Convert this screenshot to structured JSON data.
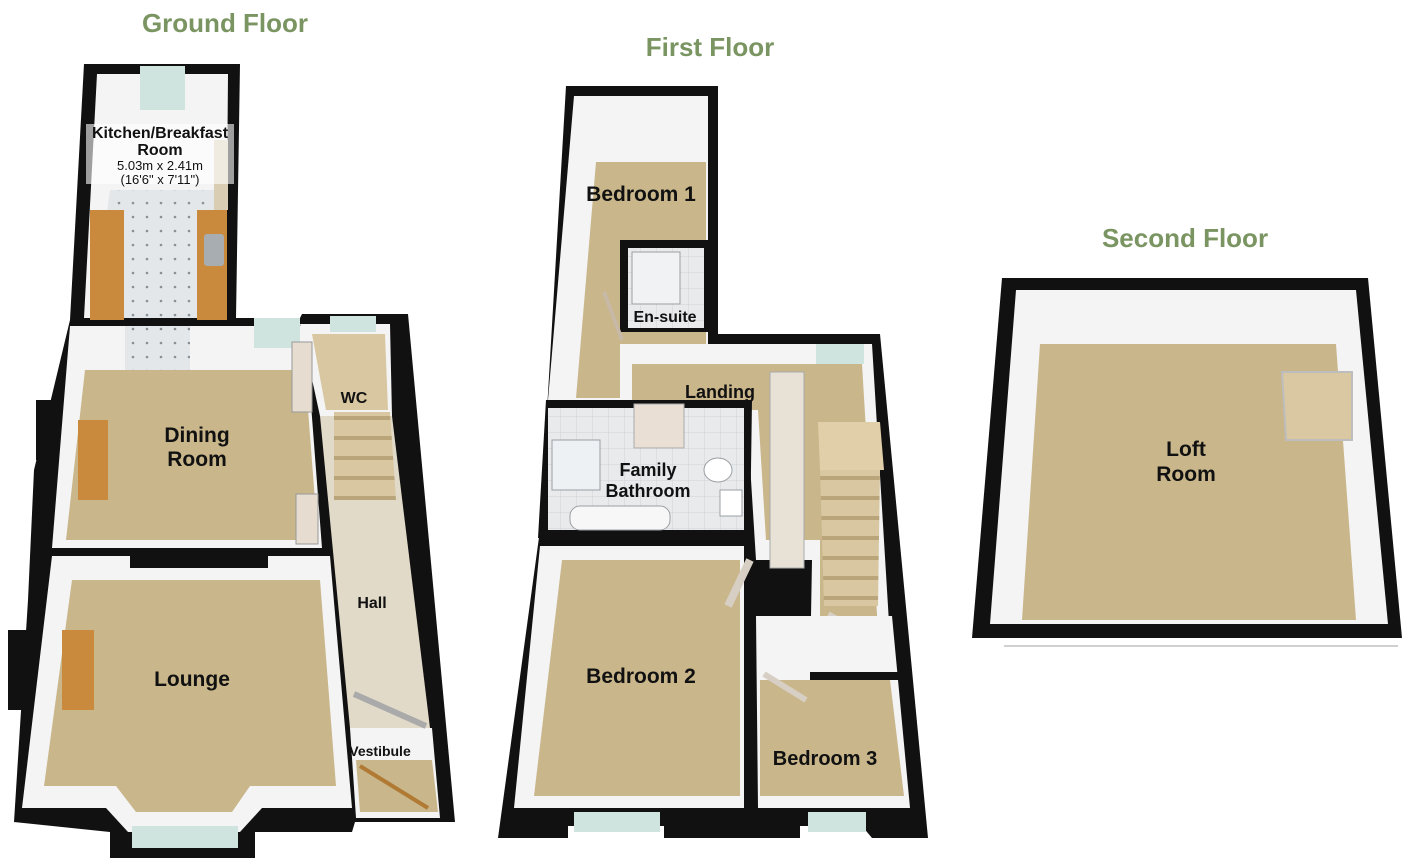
{
  "floors": {
    "ground": {
      "title": "Ground Floor",
      "rooms": {
        "kitchen": {
          "label_line1": "Kitchen/Breakfast",
          "label_line2": "Room",
          "dim_metric": "5.03m x 2.41m",
          "dim_imperial": "(16'6\" x 7'11\")"
        },
        "dining": {
          "label_line1": "Dining",
          "label_line2": "Room"
        },
        "wc": {
          "label": "WC"
        },
        "hall": {
          "label": "Hall"
        },
        "lounge": {
          "label": "Lounge"
        },
        "vestibule": {
          "label": "Vestibule"
        }
      }
    },
    "first": {
      "title": "First Floor",
      "rooms": {
        "bedroom1": {
          "label": "Bedroom 1"
        },
        "ensuite": {
          "label": "En-suite"
        },
        "landing": {
          "label": "Landing"
        },
        "bathroom": {
          "label_line1": "Family",
          "label_line2": "Bathroom"
        },
        "bedroom2": {
          "label": "Bedroom 2"
        },
        "bedroom3": {
          "label": "Bedroom 3"
        }
      }
    },
    "second": {
      "title": "Second Floor",
      "rooms": {
        "loft": {
          "label_line1": "Loft",
          "label_line2": "Room"
        }
      }
    }
  },
  "colors": {
    "floor_carpet": "#c9b68a",
    "floor_tile": "#e3e6e8",
    "wall_outer": "#111111",
    "wall_inner": "#f4f4f4",
    "worktop": "#c98a3e",
    "window": "#cfe3df",
    "title_green": "#7a9562"
  }
}
